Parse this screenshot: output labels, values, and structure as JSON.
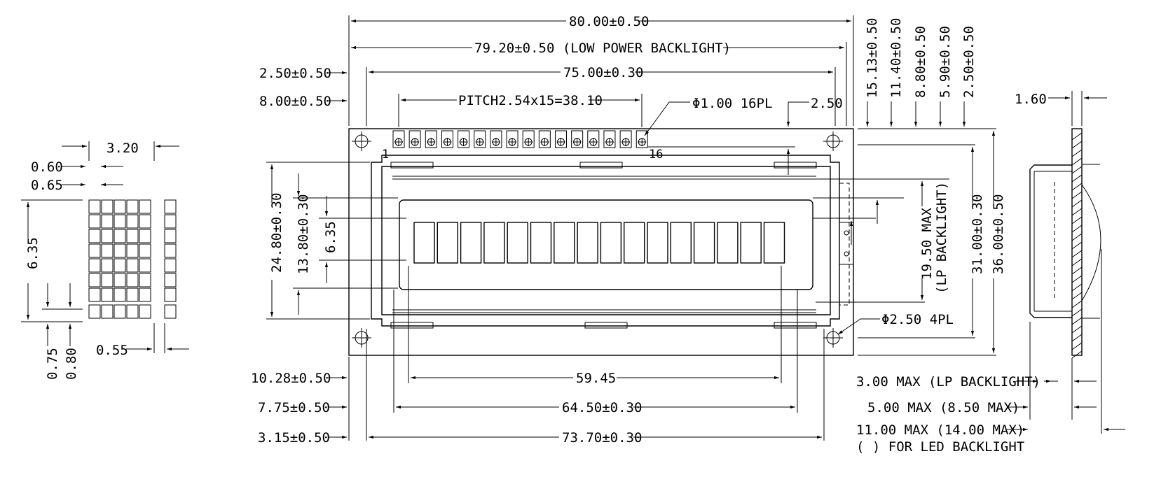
{
  "labels": {
    "w_total": "80.00±0.50",
    "w_lowpower": "79.20±0.50 (LOW POWER BACKLIGHT)",
    "w_holes": "75.00±0.30",
    "pitch": "PITCH2.54x15=38.10",
    "pin_hole": "Φ1.00 16PL",
    "top_edge": "2.50",
    "left_2_50": "2.50±0.50",
    "left_8_00": "8.00±0.50",
    "pin1": "1",
    "pin16": "16",
    "h_24_80": "24.80±0.30",
    "h_13_80": "13.80±0.30",
    "h_6_35_main": "6.35",
    "right_15_13": "15.13±0.50",
    "right_11_40": "11.40±0.50",
    "right_8_80": "8.80±0.50",
    "right_5_90": "5.90±0.50",
    "right_2_50": "2.50±0.50",
    "right_19_50": "19.50 MAX",
    "right_lp": "(LP BACKLIGHT)",
    "right_31_00": "31.00±0.30",
    "right_36_00": "36.00±0.50",
    "mount_hole": "Φ2.50 4PL",
    "bottom_10_28": "10.28±0.50",
    "bottom_7_75": "7.75±0.50",
    "bottom_3_15": "3.15±0.50",
    "w_59_45": "59.45",
    "w_64_50": "64.50±0.30",
    "w_73_70": "73.70±0.30",
    "side_1_60": "1.60",
    "side_3_00": "3.00 MAX (LP BACKLIGHT)",
    "side_5_00": "5.00 MAX (8.50 MAX)",
    "side_11_00": "11.00 MAX (14.00 MAX)",
    "side_note": "( ) FOR LED BACKLIGHT",
    "char_3_20": "3.20",
    "char_0_60": "0.60",
    "char_0_65": "0.65",
    "char_6_35": "6.35",
    "char_0_75": "0.75",
    "char_0_80": "0.80",
    "char_0_55": "0.55"
  }
}
